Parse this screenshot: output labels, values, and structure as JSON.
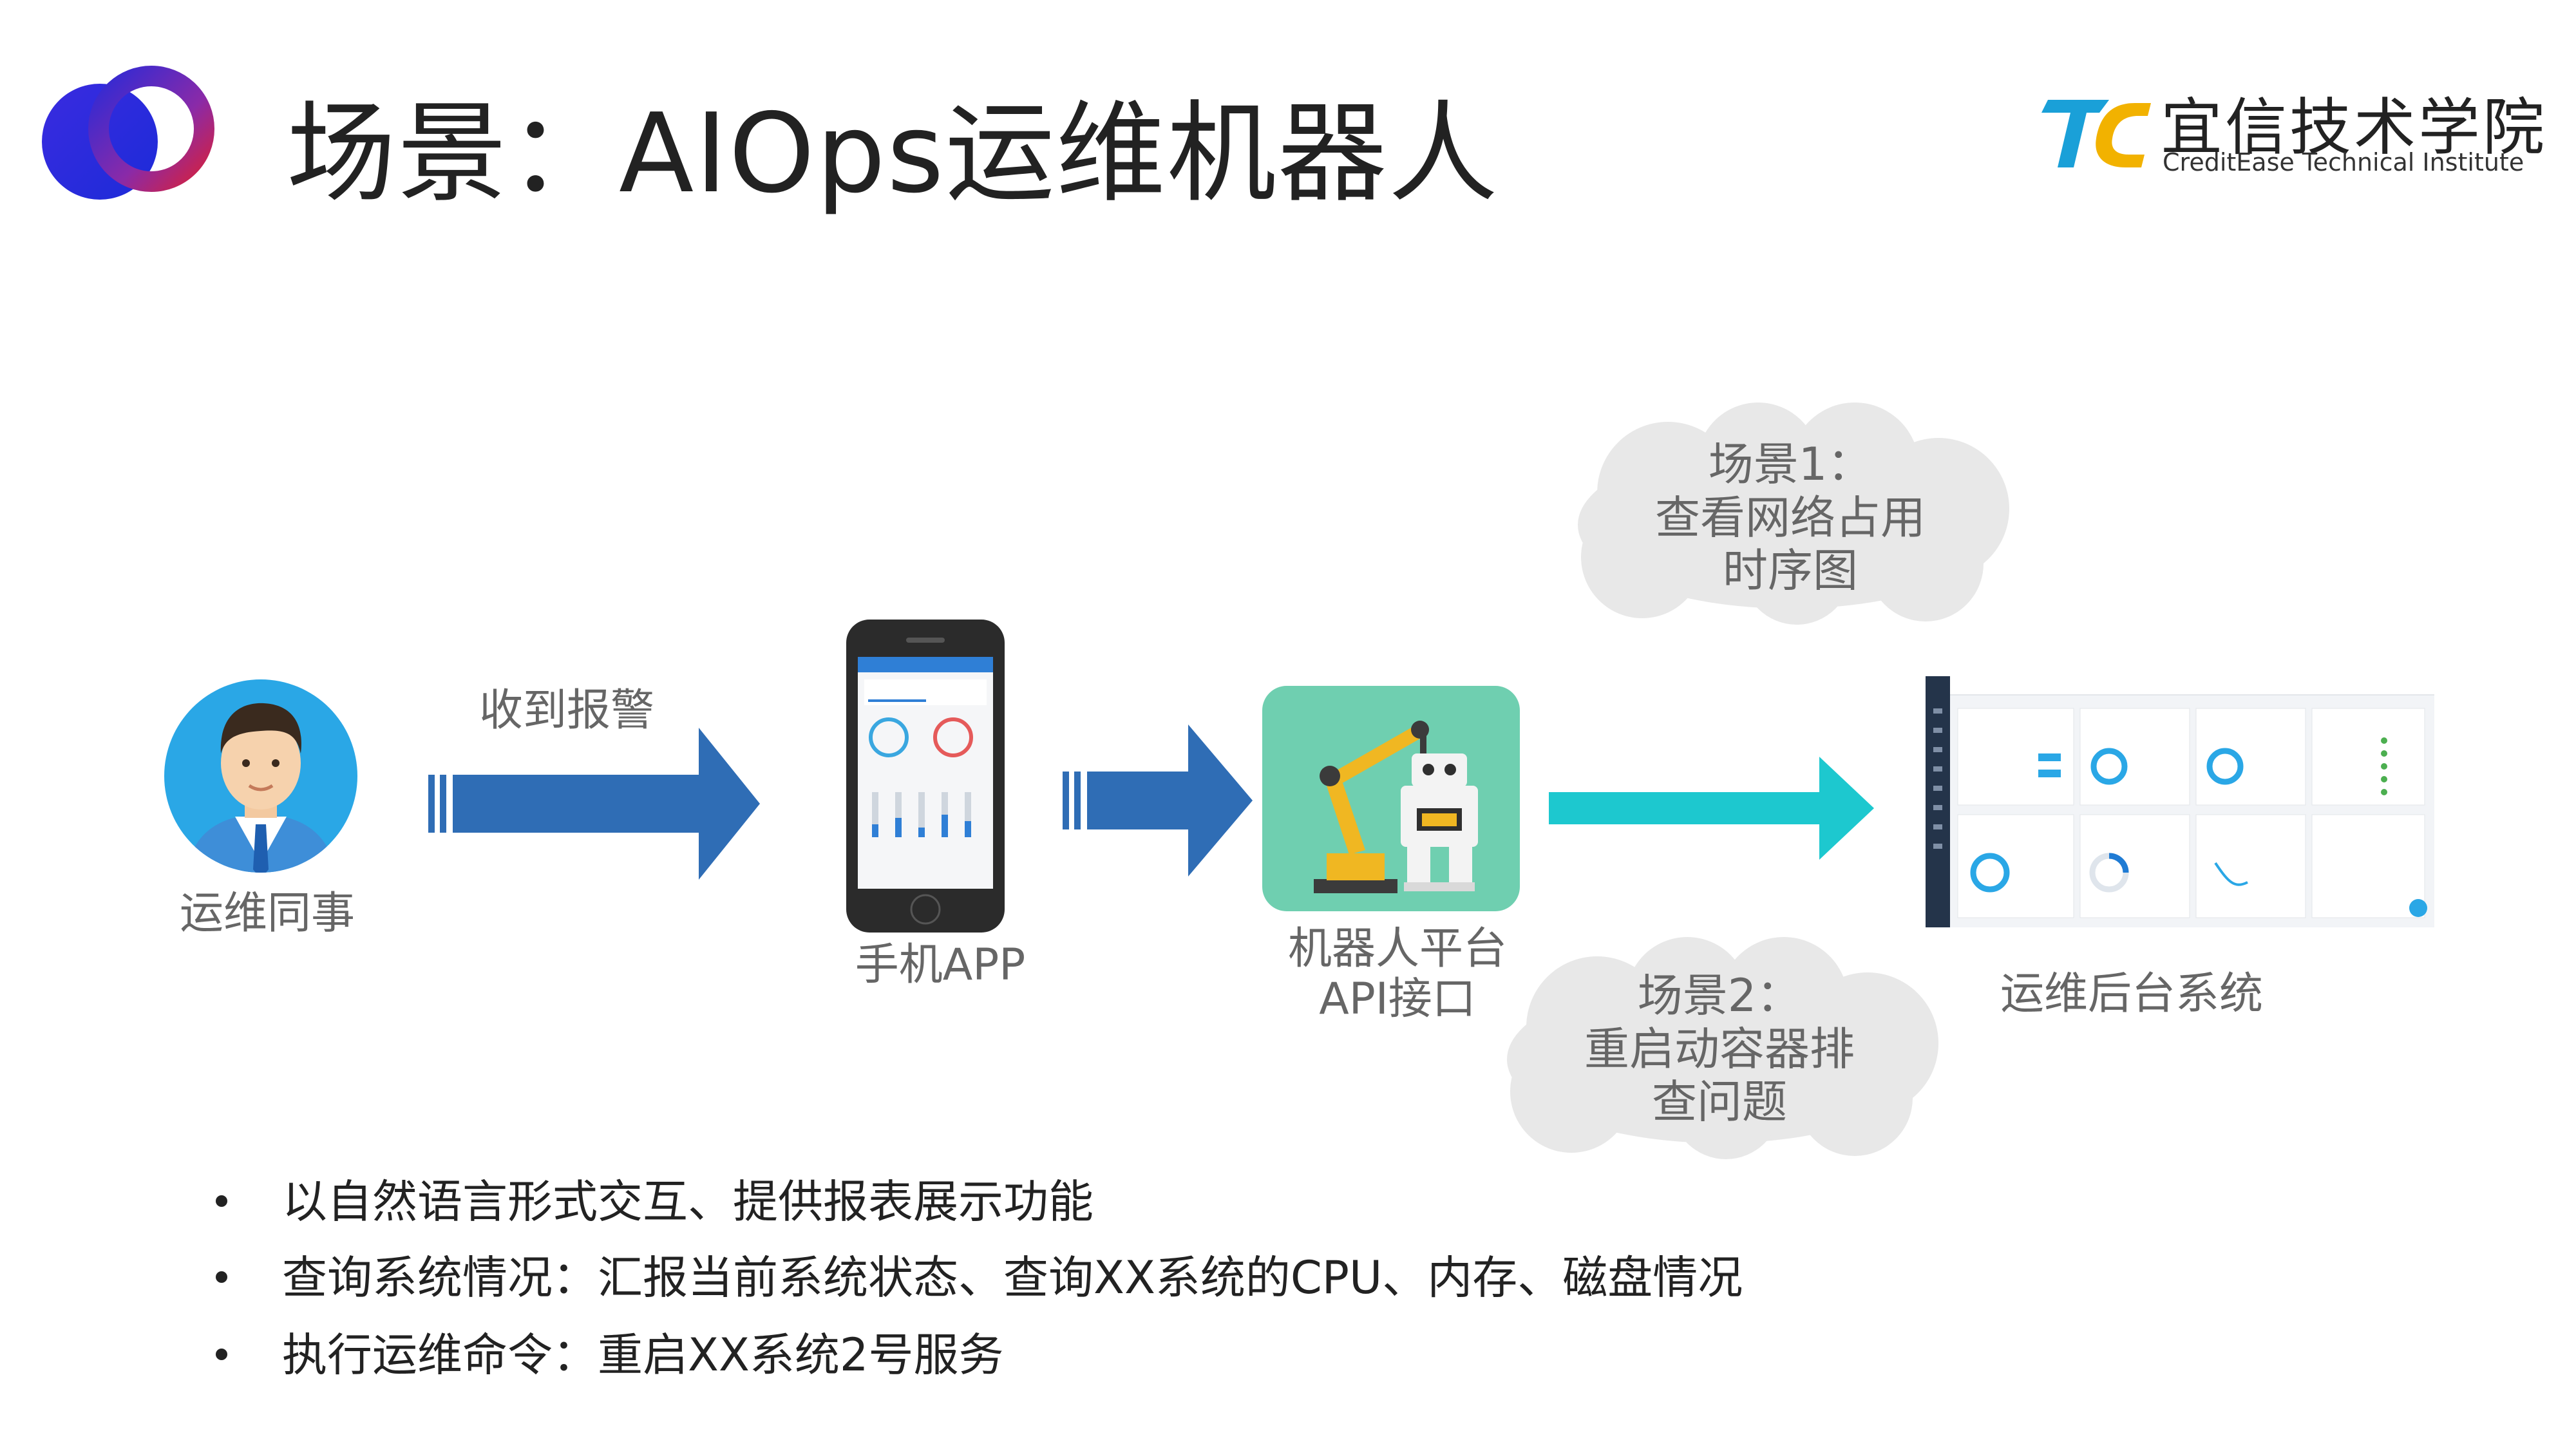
{
  "title": "场景：AIOps运维机器人",
  "brand": {
    "name": "宜信技术学院",
    "subtitle": "CreditEase Technical Institute"
  },
  "diagram": {
    "person_label": "运维同事",
    "alarm_label": "收到报警",
    "app_label": "手机APP",
    "platform_label": [
      "机器人平台",
      "API接口"
    ],
    "backend_label": "运维后台系统",
    "cloud1": [
      "场景1：",
      "查看网络占用",
      "时序图"
    ],
    "cloud2": [
      "场景2：",
      "重启动容器排",
      "查问题"
    ]
  },
  "bullets": [
    "以自然语言形式交互、提供报表展示功能",
    "查询系统情况：汇报当前系统状态、查询XX系统的CPU、内存、磁盘情况",
    "执行运维命令：重启XX系统2号服务"
  ],
  "colors": {
    "arrow_blue": "#2f6db5",
    "arrow_cyan": "#1dc8cf",
    "robot_bg": "#6fcfb0",
    "avatar_bg": "#2aa7e6",
    "cloud": "#e8e8e8"
  }
}
